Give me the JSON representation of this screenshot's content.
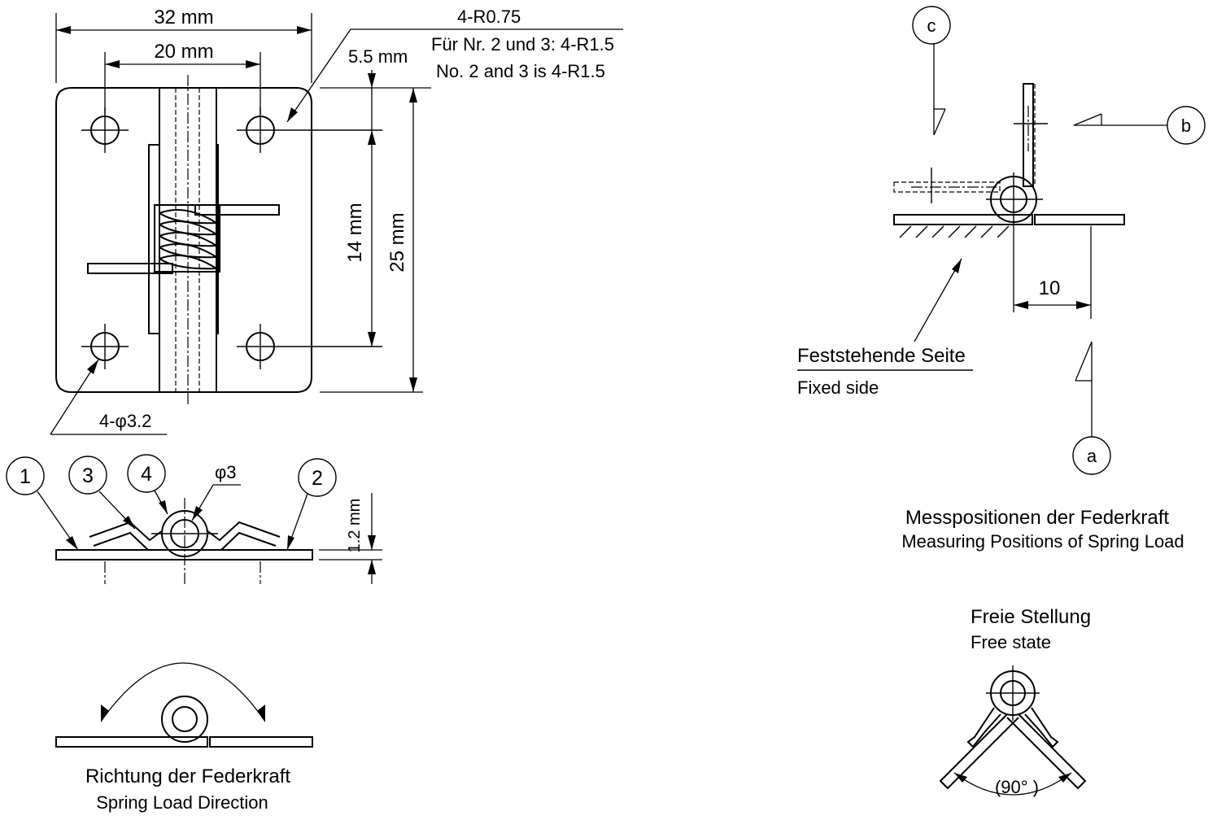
{
  "top_view": {
    "width_label": "32 mm",
    "hole_spacing_label": "20 mm",
    "top_offset_label": "5.5 mm",
    "vertical_hole_spacing_label": "14 mm",
    "height_label": "25 mm",
    "radius_note_line1": "4-R0.75",
    "radius_note_line2": "Für Nr. 2 und 3: 4-R1.5",
    "radius_note_line3": "No. 2 and 3 is 4-R1.5",
    "hole_label": "4-φ3.2"
  },
  "side_view": {
    "callouts": [
      "1",
      "2",
      "3",
      "4"
    ],
    "pin_diameter_label": "φ3",
    "thickness_label": "1.2 mm"
  },
  "spring_direction": {
    "title_de": "Richtung der Federkraft",
    "title_en": "Spring Load Direction"
  },
  "measuring": {
    "label_a": "a",
    "label_b": "b",
    "label_c": "c",
    "offset_label": "10",
    "fixed_de": "Feststehende Seite",
    "fixed_en": "Fixed side",
    "title_de": "Messpositionen der Federkraft",
    "title_en": "Measuring Positions of Spring Load"
  },
  "free_state": {
    "title_de": "Freie Stellung",
    "title_en": "Free state",
    "angle_label": "(90° )"
  }
}
